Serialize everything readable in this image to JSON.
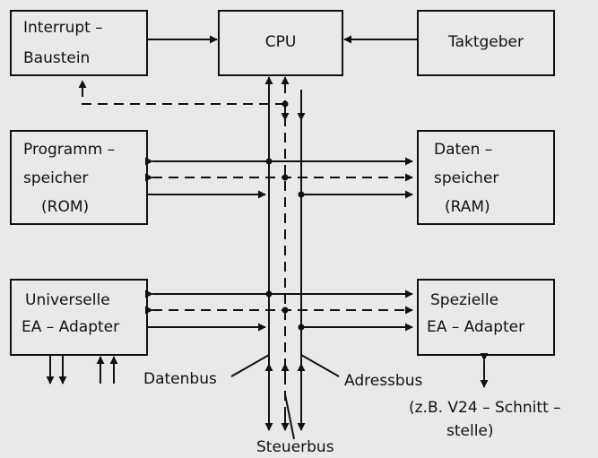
{
  "blocks": {
    "interrupt": [
      "Interrupt –",
      "Baustein"
    ],
    "cpu": "CPU",
    "taktgeber": "Taktgeber",
    "programmspeicher": [
      "Programm –",
      "speicher",
      "(ROM)"
    ],
    "datenspeicher": [
      "Daten –",
      "speicher",
      "(RAM)"
    ],
    "universal_ea": [
      "Universelle",
      "EA – Adapter"
    ],
    "spezial_ea": [
      "Spezielle",
      "EA – Adapter"
    ]
  },
  "bus_labels": {
    "datenbus": "Datenbus",
    "adressbus": "Adressbus",
    "steuerbus": "Steuerbus"
  },
  "note": [
    "(z.B. V24 – Schnitt –",
    "stelle)"
  ]
}
